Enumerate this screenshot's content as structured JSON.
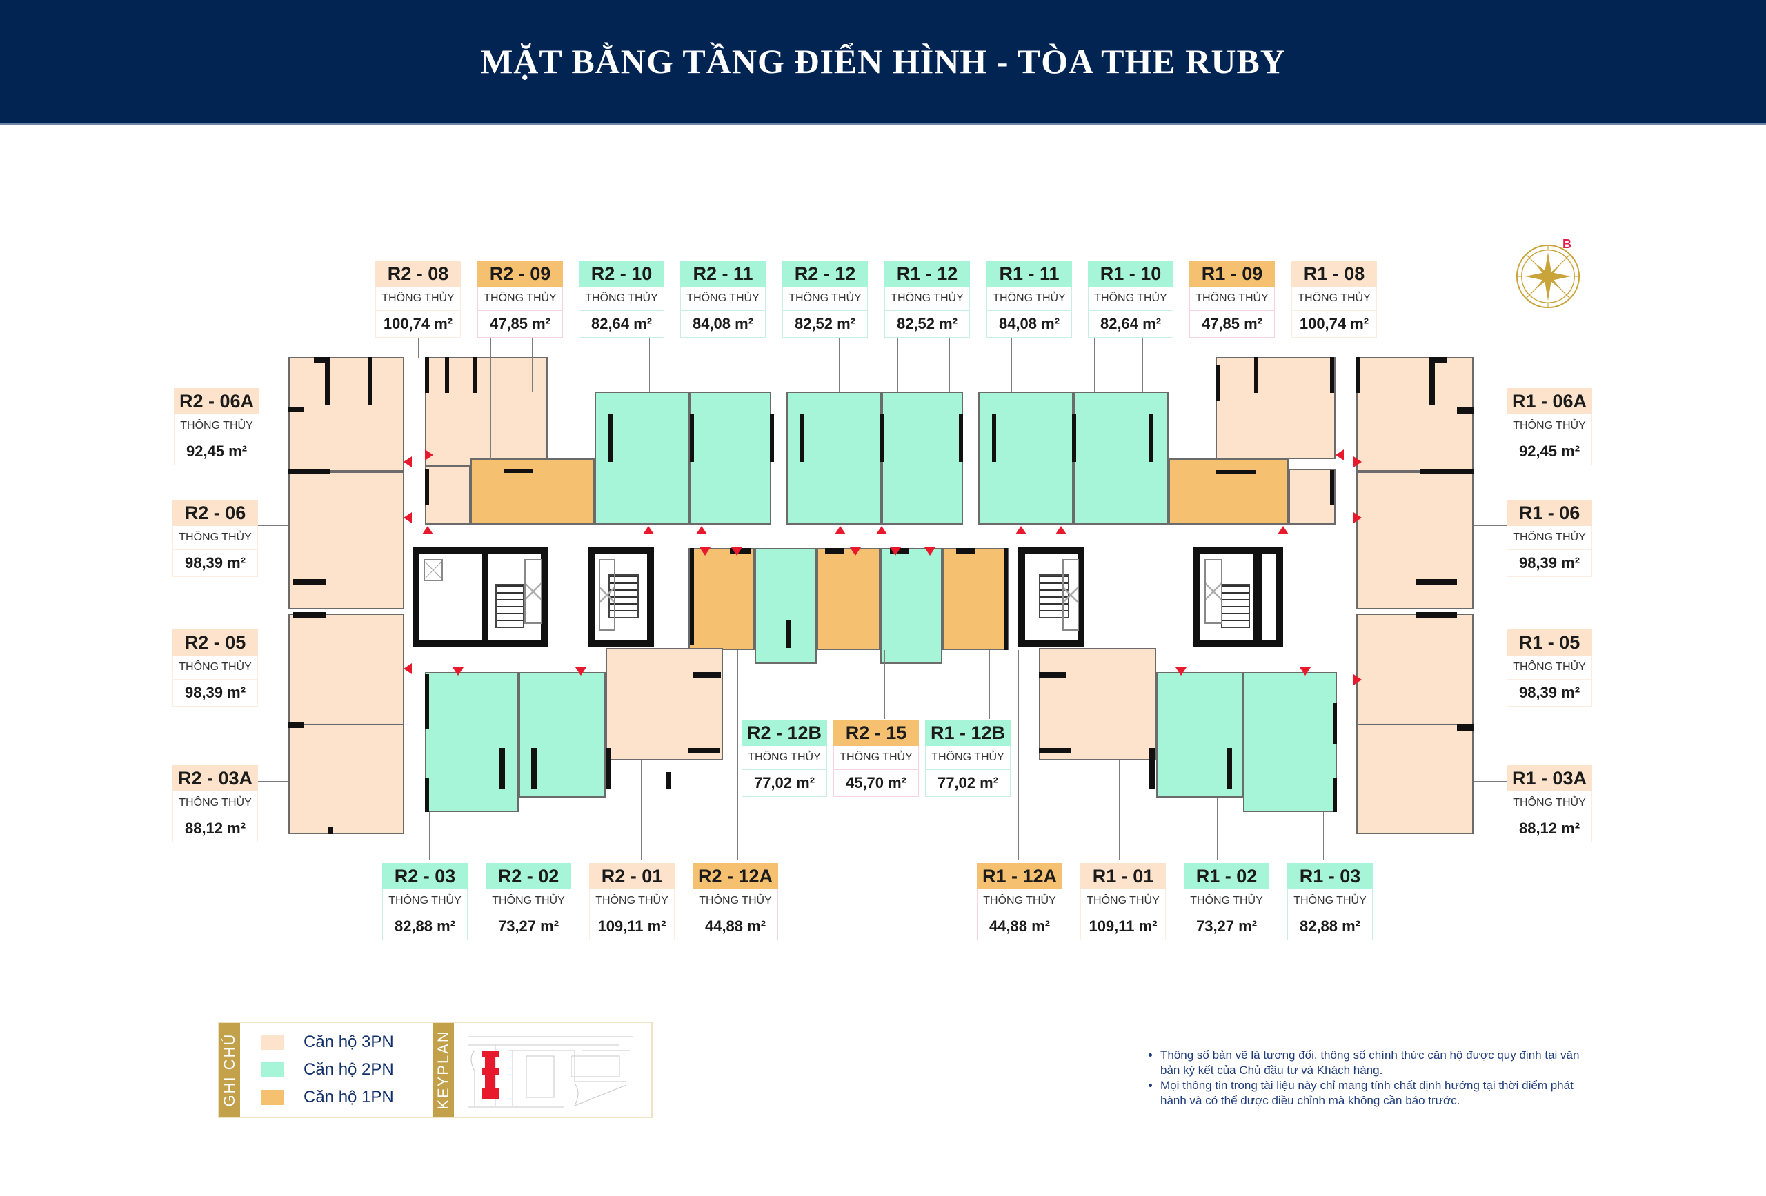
{
  "header": {
    "title": "MẶT BẰNG TẦNG ĐIỂN HÌNH - TÒA THE RUBY"
  },
  "colors": {
    "header_bg": "#022453",
    "apt_3pn": "#fde3cb",
    "apt_2pn": "#a6f5d8",
    "apt_1pn": "#f5c06f",
    "legend_gold": "#c2a14a",
    "door_marker": "#e8192c",
    "compass_gold": "#c9a43a",
    "compass_letter": "#e8194b"
  },
  "compass": {
    "direction_letter": "B",
    "icon": "compass-rose-icon"
  },
  "area_label": "THÔNG THỦY",
  "units": {
    "top": [
      {
        "code": "R2 - 08",
        "type": "3PN",
        "area": "100,74 m²"
      },
      {
        "code": "R2 - 09",
        "type": "1PN",
        "area": "47,85 m²"
      },
      {
        "code": "R2 - 10",
        "type": "2PN",
        "area": "82,64 m²"
      },
      {
        "code": "R2 - 11",
        "type": "2PN",
        "area": "84,08 m²"
      },
      {
        "code": "R2 - 12",
        "type": "2PN",
        "area": "82,52 m²"
      },
      {
        "code": "R1 - 12",
        "type": "2PN",
        "area": "82,52 m²"
      },
      {
        "code": "R1 - 11",
        "type": "2PN",
        "area": "84,08 m²"
      },
      {
        "code": "R1 - 10",
        "type": "2PN",
        "area": "82,64 m²"
      },
      {
        "code": "R1 - 09",
        "type": "1PN",
        "area": "47,85 m²"
      },
      {
        "code": "R1 - 08",
        "type": "3PN",
        "area": "100,74 m²"
      }
    ],
    "left": [
      {
        "code": "R2 - 06A",
        "type": "3PN",
        "area": "92,45 m²"
      },
      {
        "code": "R2 - 06",
        "type": "3PN",
        "area": "98,39 m²"
      },
      {
        "code": "R2 - 05",
        "type": "3PN",
        "area": "98,39 m²"
      },
      {
        "code": "R2 - 03A",
        "type": "3PN",
        "area": "88,12 m²"
      }
    ],
    "right": [
      {
        "code": "R1 - 06A",
        "type": "3PN",
        "area": "92,45 m²"
      },
      {
        "code": "R1 - 06",
        "type": "3PN",
        "area": "98,39 m²"
      },
      {
        "code": "R1 - 05",
        "type": "3PN",
        "area": "98,39 m²"
      },
      {
        "code": "R1 - 03A",
        "type": "3PN",
        "area": "88,12 m²"
      }
    ],
    "center": [
      {
        "code": "R2 - 12B",
        "type": "2PN",
        "area": "77,02 m²"
      },
      {
        "code": "R2 - 15",
        "type": "1PN",
        "area": "45,70 m²"
      },
      {
        "code": "R1 - 12B",
        "type": "2PN",
        "area": "77,02 m²"
      }
    ],
    "bottom": [
      {
        "code": "R2 - 03",
        "type": "2PN",
        "area": "82,88 m²"
      },
      {
        "code": "R2 - 02",
        "type": "2PN",
        "area": "73,27 m²"
      },
      {
        "code": "R2 - 01",
        "type": "3PN",
        "area": "109,11 m²"
      },
      {
        "code": "R2 - 12A",
        "type": "1PN",
        "area": "44,88 m²"
      },
      {
        "code": "R1 - 12A",
        "type": "1PN",
        "area": "44,88 m²"
      },
      {
        "code": "R1 - 01",
        "type": "3PN",
        "area": "109,11 m²"
      },
      {
        "code": "R1 - 02",
        "type": "2PN",
        "area": "73,27 m²"
      },
      {
        "code": "R1 - 03",
        "type": "2PN",
        "area": "82,88 m²"
      }
    ]
  },
  "legend": {
    "title": "GHI CHÚ",
    "items": [
      {
        "label": "Căn hộ 3PN",
        "color": "#fde3cb"
      },
      {
        "label": "Căn hộ 2PN",
        "color": "#a6f5d8"
      },
      {
        "label": "Căn hộ 1PN",
        "color": "#f5c06f"
      }
    ],
    "keyplan_title": "KEYPLAN"
  },
  "notes": [
    "Thông số bản vẽ là tương đối, thông số chính thức căn hộ được quy định tại văn bản ký kết của Chủ đầu tư và Khách hàng.",
    "Mọi thông tin trong tài liệu này chỉ mang tính chất định hướng tại thời điểm phát hành và có thể được điều chỉnh mà không cần báo trước."
  ]
}
